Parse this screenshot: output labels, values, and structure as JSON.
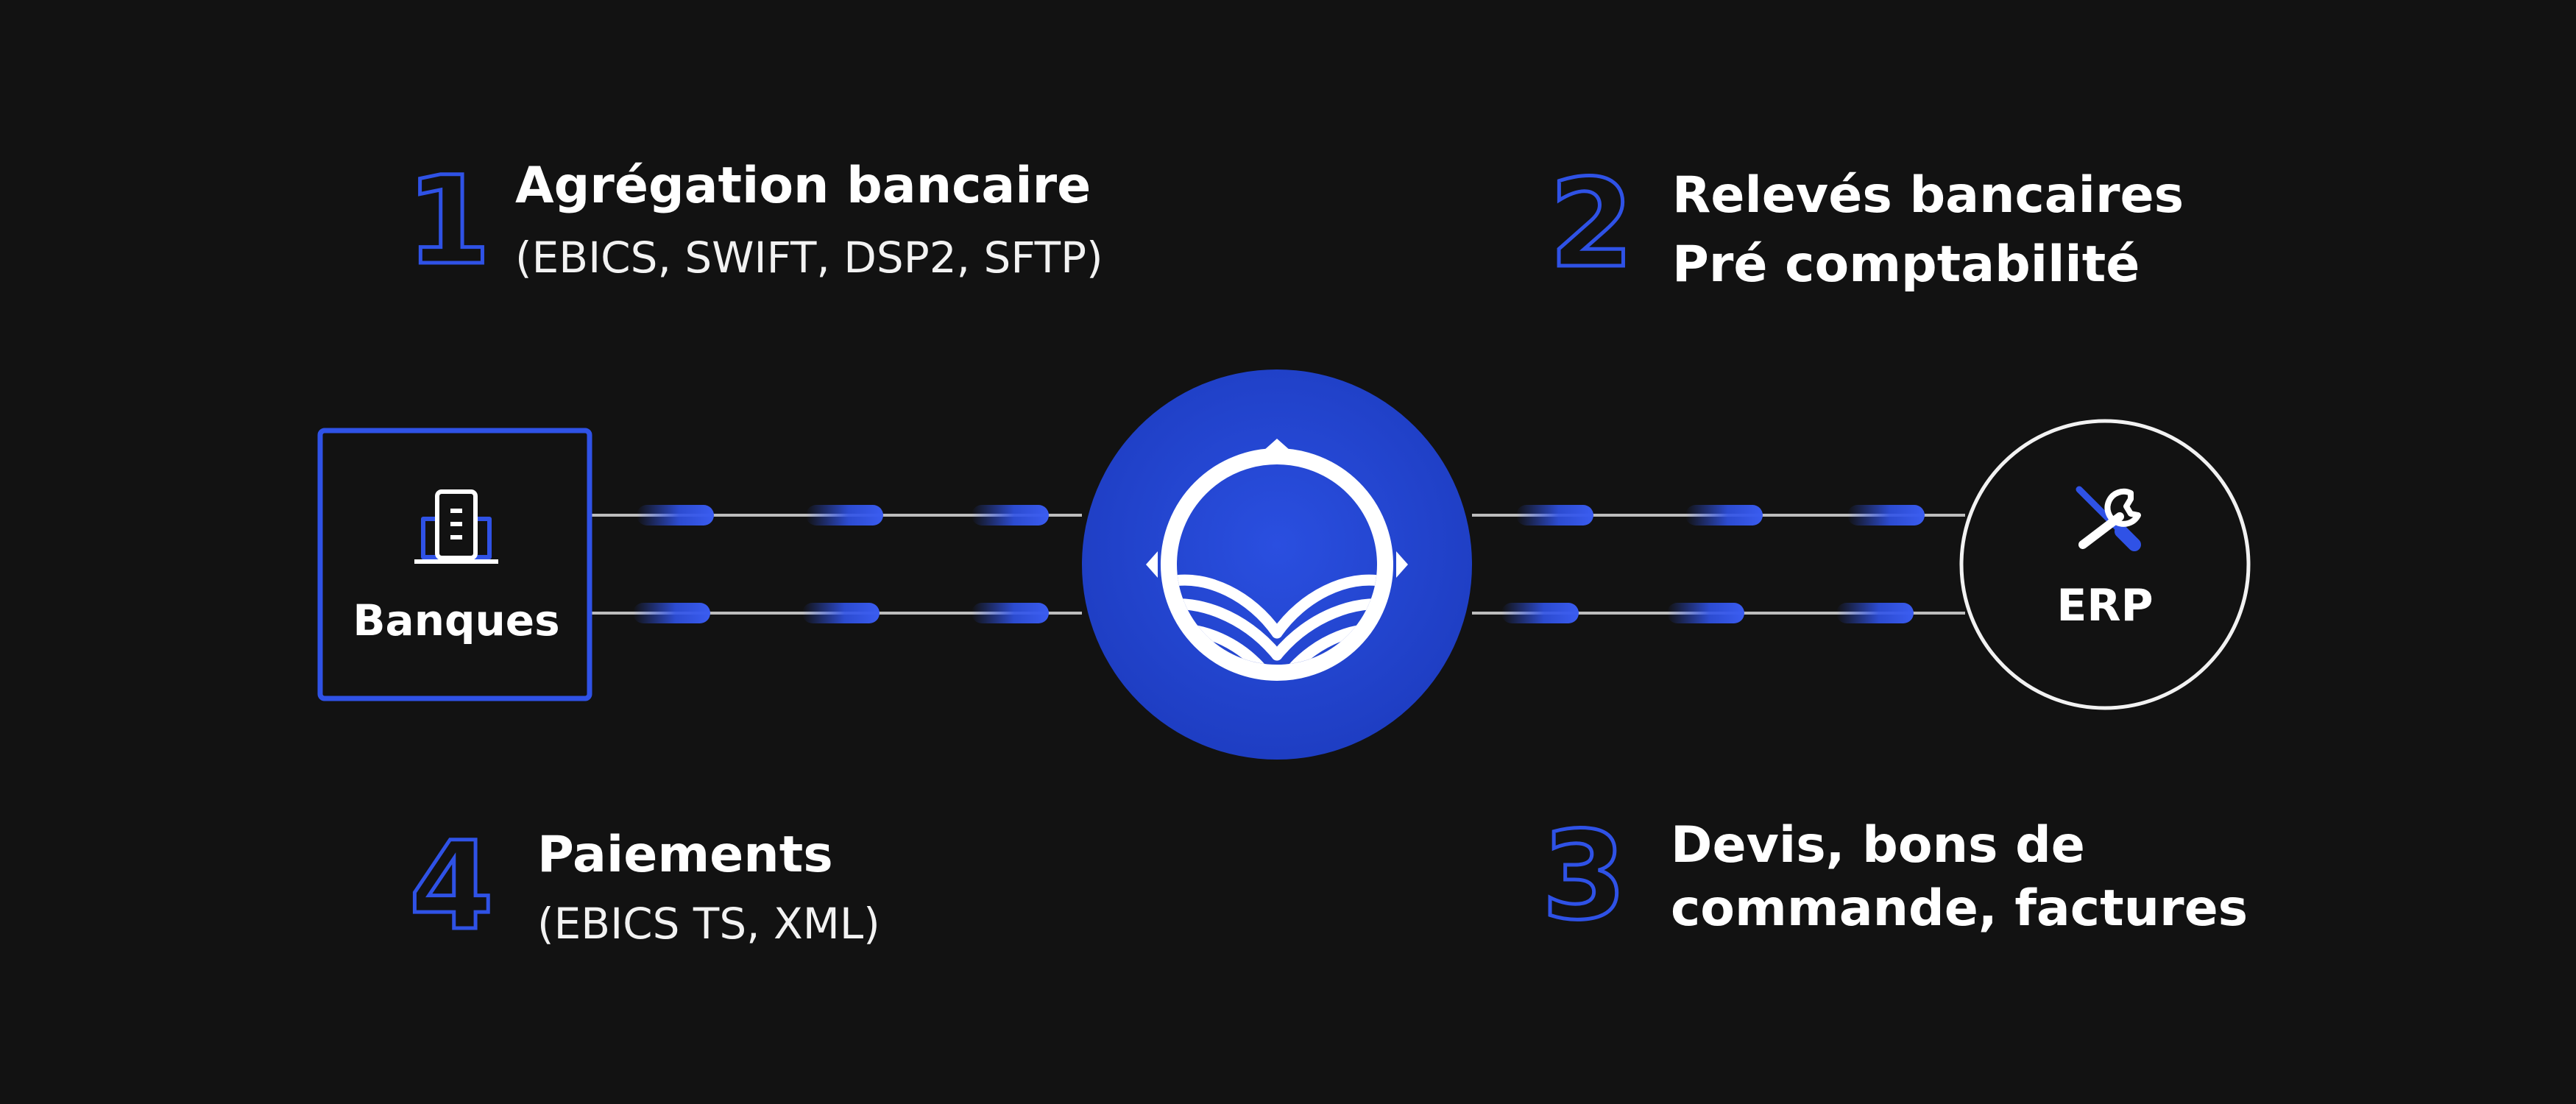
{
  "colors": {
    "background": "#121212",
    "accent": "#2f52e6",
    "hub": "#2447d8",
    "line": "#bdbdbd",
    "white": "#ffffff"
  },
  "steps": [
    {
      "number": "1",
      "title": "Agrégation bancaire",
      "subtitle": "(EBICS, SWIFT, DSP2, SFTP)"
    },
    {
      "number": "2",
      "title_lines": [
        "Relevés bancaires",
        "Pré comptabilité"
      ]
    },
    {
      "number": "3",
      "title_lines": [
        "Devis, bons de",
        "commande, factures"
      ]
    },
    {
      "number": "4",
      "title": "Paiements",
      "subtitle": "(EBICS TS, XML)"
    }
  ],
  "nodes": {
    "banks": {
      "label": "Banques",
      "icon": "bank-building-icon"
    },
    "hub": {
      "icon": "platform-logo-icon"
    },
    "erp": {
      "label": "ERP",
      "icon": "wrench-screwdriver-icon"
    }
  }
}
